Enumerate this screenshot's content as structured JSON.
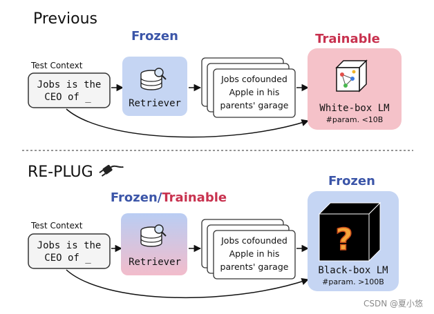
{
  "top": {
    "title": "Previous",
    "frozen_label": "Frozen",
    "trainable_label": "Trainable",
    "test_context_label": "Test Context",
    "query_lines": [
      "Jobs is the",
      "CEO of _"
    ],
    "retriever_label": "Retriever",
    "doc_lines": [
      "Jobs cofounded",
      "Apple in his",
      "parents' garage"
    ],
    "lm_label": "White-box LM",
    "param_label": "#param. <10B"
  },
  "bottom": {
    "title": "RE-PLUG",
    "frozen_label": "Frozen",
    "slash": "/",
    "trainable_label": "Trainable",
    "lm_frozen_label": "Frozen",
    "test_context_label": "Test Context",
    "query_lines": [
      "Jobs is the",
      "CEO of _"
    ],
    "retriever_label": "Retriever",
    "doc_lines": [
      "Jobs cofounded",
      "Apple in his",
      "parents' garage"
    ],
    "lm_label": "Black-box LM",
    "param_label": "#param. >100B",
    "question_mark": "?"
  },
  "watermark": "CSDN @夏小悠",
  "colors": {
    "frozen_blue": "#3b55a8",
    "trainable_red": "#c8324f",
    "retriever_bg": "#c5d5f3",
    "trainable_bg": "#f5c2c9",
    "blackbox_bg": "#c5d5f3"
  }
}
